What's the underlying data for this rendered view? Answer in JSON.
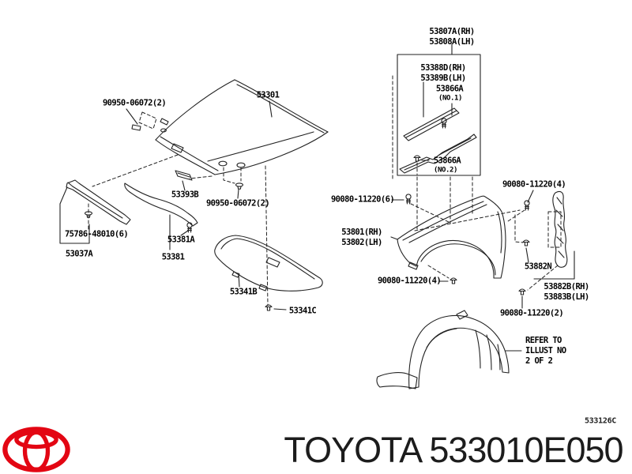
{
  "diagram": {
    "figure_code": "533126C",
    "labels": {
      "clip_90950_a": "90950-06072(2)",
      "hood": "53301",
      "bracket_53393b": "53393B",
      "clip_90950_b": "90950-06072(2)",
      "clip_75786": "75786-48010(6)",
      "cowl_seal": "53037A",
      "clip_53381a": "53381A",
      "hood_front_seal": "53381",
      "insulator": "53341B",
      "clip_insulator": "53341C",
      "moulding_assy": "53807A(RH)\n53808A(LH)",
      "moulding": "53388D(RH)\n53389B(LH)",
      "pad_no1": "53866A",
      "pad_no1_sub": "(NO.1)",
      "pad_no2": "53866A",
      "pad_no2_sub": "(NO.2)",
      "screw_6": "90080-11220(6)",
      "fender": "53801(RH)\n53802(LH)",
      "screw_4_top": "90080-11220(4)",
      "stay_clip": "53882N",
      "stay": "53882B(RH)\n53883B(LH)",
      "screw_2": "90080-11220(2)",
      "screw_4_bottom": "90080-11220(4)",
      "liner_note": "REFER TO\nILLUST NO\n2 OF 2"
    }
  },
  "footer": {
    "brand": "TOYOTA",
    "part_number": "533010E050",
    "logo_icon": "toyota-logo",
    "logo_color": "#e30613",
    "text_color": "#1c1c1c"
  }
}
